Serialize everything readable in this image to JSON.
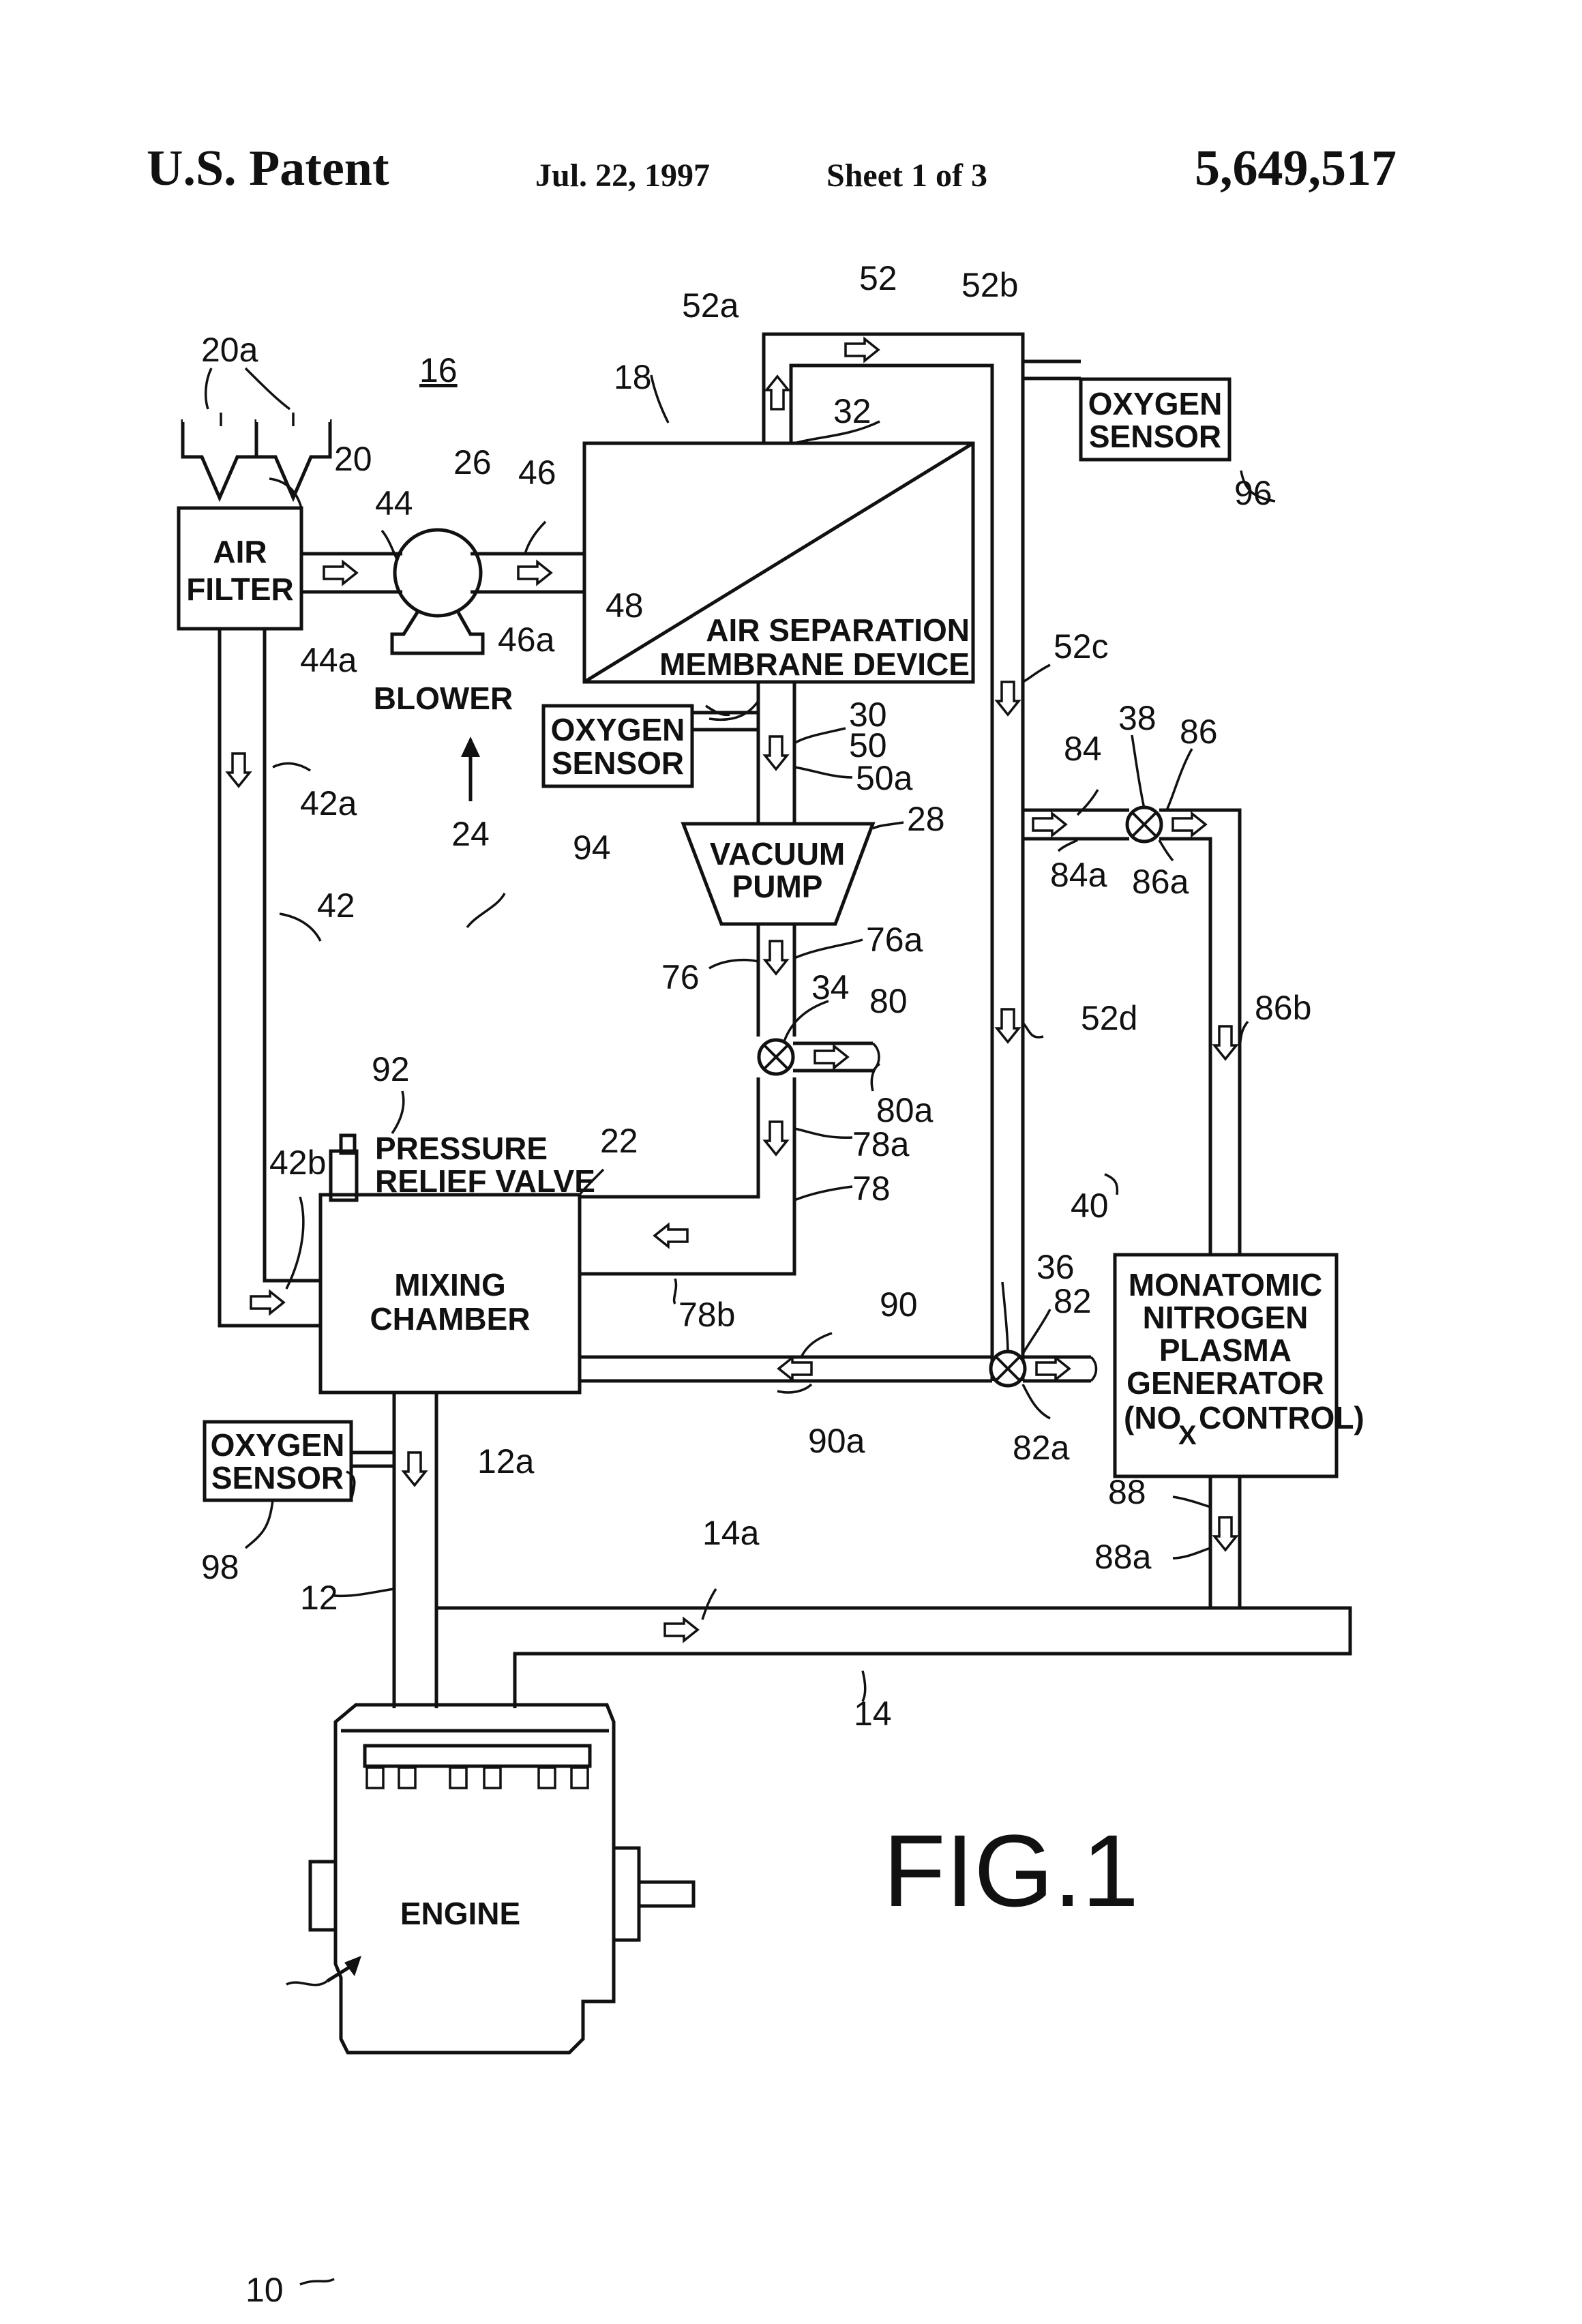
{
  "header": {
    "left": "U.S. Patent",
    "date": "Jul. 22, 1997",
    "sheet": "Sheet 1 of 3",
    "number": "5,649,517"
  },
  "components": {
    "air_filter": [
      "AIR",
      "FILTER"
    ],
    "blower": "BLOWER",
    "membrane": [
      "AIR SEPARATION",
      "MEMBRANE DEVICE"
    ],
    "oxygen_sensor": [
      "OXYGEN",
      "SENSOR"
    ],
    "vacuum_pump": [
      "VACUUM",
      "PUMP"
    ],
    "relief_valve": [
      "PRESSURE",
      "RELIEF VALVE"
    ],
    "mixing_chamber": [
      "MIXING",
      "CHAMBER"
    ],
    "generator": [
      "MONATOMIC",
      "NITROGEN",
      "PLASMA",
      "GENERATOR",
      "(NO",
      "X",
      "CONTROL)"
    ],
    "engine": "ENGINE"
  },
  "refs": {
    "r20a": "20a",
    "r16": "16",
    "r18": "18",
    "r20": "20",
    "r26": "26",
    "r46": "46",
    "r44": "44",
    "r44a": "44a",
    "r46a": "46a",
    "r48": "48",
    "r24": "24",
    "r42a": "42a",
    "r42": "42",
    "r42b": "42b",
    "r52": "52",
    "r52a": "52a",
    "r52b": "52b",
    "r32": "32",
    "r96": "96",
    "r52c": "52c",
    "r30": "30",
    "r50": "50",
    "r50a": "50a",
    "r94": "94",
    "r28": "28",
    "r38": "38",
    "r84": "84",
    "r86": "86",
    "r84a": "84a",
    "r86a": "86a",
    "r76a": "76a",
    "r76": "76",
    "r34": "34",
    "r80": "80",
    "r80a": "80a",
    "r52d": "52d",
    "r86b": "86b",
    "r92": "92",
    "r22": "22",
    "r78a": "78a",
    "r78": "78",
    "r78b": "78b",
    "r40": "40",
    "r36": "36",
    "r82": "82",
    "r82a": "82a",
    "r90": "90",
    "r90a": "90a",
    "r12a": "12a",
    "r98": "98",
    "r12": "12",
    "r14a": "14a",
    "r14": "14",
    "r88": "88",
    "r88a": "88a",
    "r10": "10"
  },
  "figure": "FIG.1"
}
